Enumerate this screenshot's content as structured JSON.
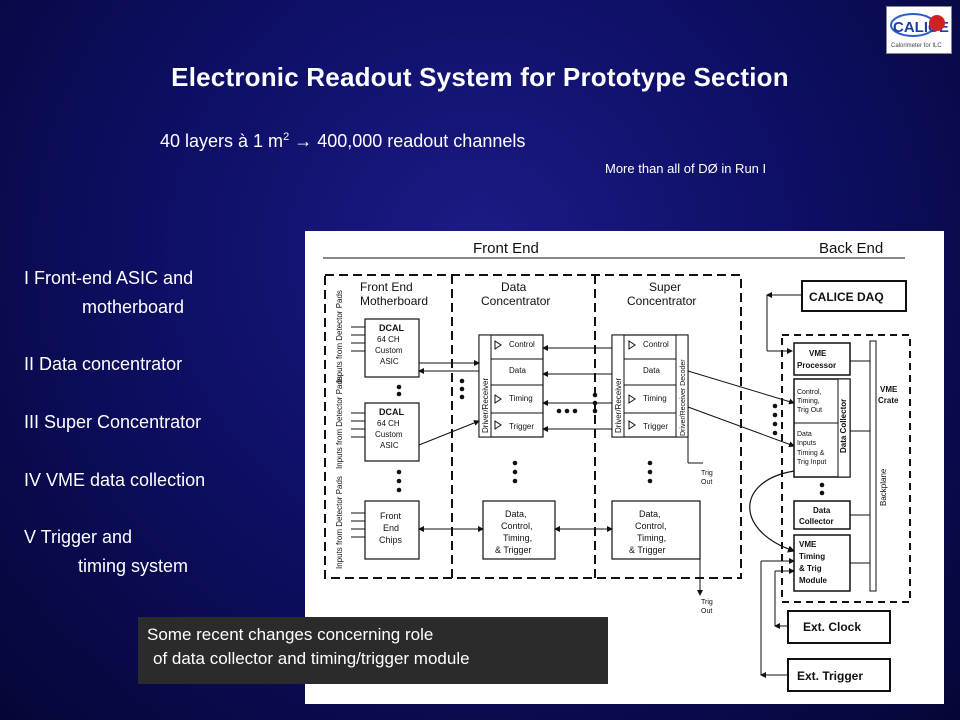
{
  "slide": {
    "title": "Electronic Readout System for Prototype Section",
    "subtitle_a": "40 layers à 1 m",
    "subtitle_sup": "2",
    "subtitle_b": " → 400,000 readout channels",
    "note": "More than all of DØ in Run I"
  },
  "logo": {
    "text": "CALICE",
    "tagline": "Calorimeter for ILC"
  },
  "list": [
    "I      Front-end ASIC and",
    "motherboard",
    "II     Data concentrator",
    "III    Super Concentrator",
    "IV     VME data collection",
    "V    Trigger and",
    "timing system"
  ],
  "diagram": {
    "header_front": "Front End",
    "header_back": "Back End",
    "col_motherboard": [
      "Front End",
      "Motherboard"
    ],
    "col_data": [
      "Data",
      "Concentrator"
    ],
    "col_super": [
      "Super",
      "Concentrator"
    ],
    "inputs_label": "Inputs from Detector Pads",
    "dcal": [
      "DCAL",
      "64 CH",
      "Custom",
      "ASIC"
    ],
    "front_end_chips": [
      "Front",
      "End",
      "Chips"
    ],
    "dc_signals": [
      "Control",
      "Data",
      "Timing",
      "Trigger"
    ],
    "driver_receiver": "Driver/Receiver",
    "decoder_label": "Driver/Receiver Decoder",
    "bottom_box": [
      "Data,",
      "Control,",
      "Timing,",
      "& Trigger"
    ],
    "trig_out": [
      "Trig",
      "Out"
    ],
    "calice_daq": "CALICE DAQ",
    "vme_processor": [
      "VME",
      "Processor"
    ],
    "vme_crate": [
      "VME",
      "Crate"
    ],
    "data_collector_inner": [
      "Control,",
      "Timing,",
      "Trig Out",
      "Data",
      "Inputs",
      "Timing &",
      "Trig Input"
    ],
    "data_collector_label": "Data Collector",
    "backplane": "Backplane",
    "data_collector_box": [
      "Data",
      "Collector"
    ],
    "timing_module": [
      "VME",
      "Timing",
      "& Trig",
      "Module"
    ],
    "ext_clock": "Ext. Clock",
    "ext_trigger": "Ext. Trigger"
  },
  "callout": {
    "line1": "Some recent changes concerning role",
    "line2": "of data collector and timing/trigger module"
  }
}
